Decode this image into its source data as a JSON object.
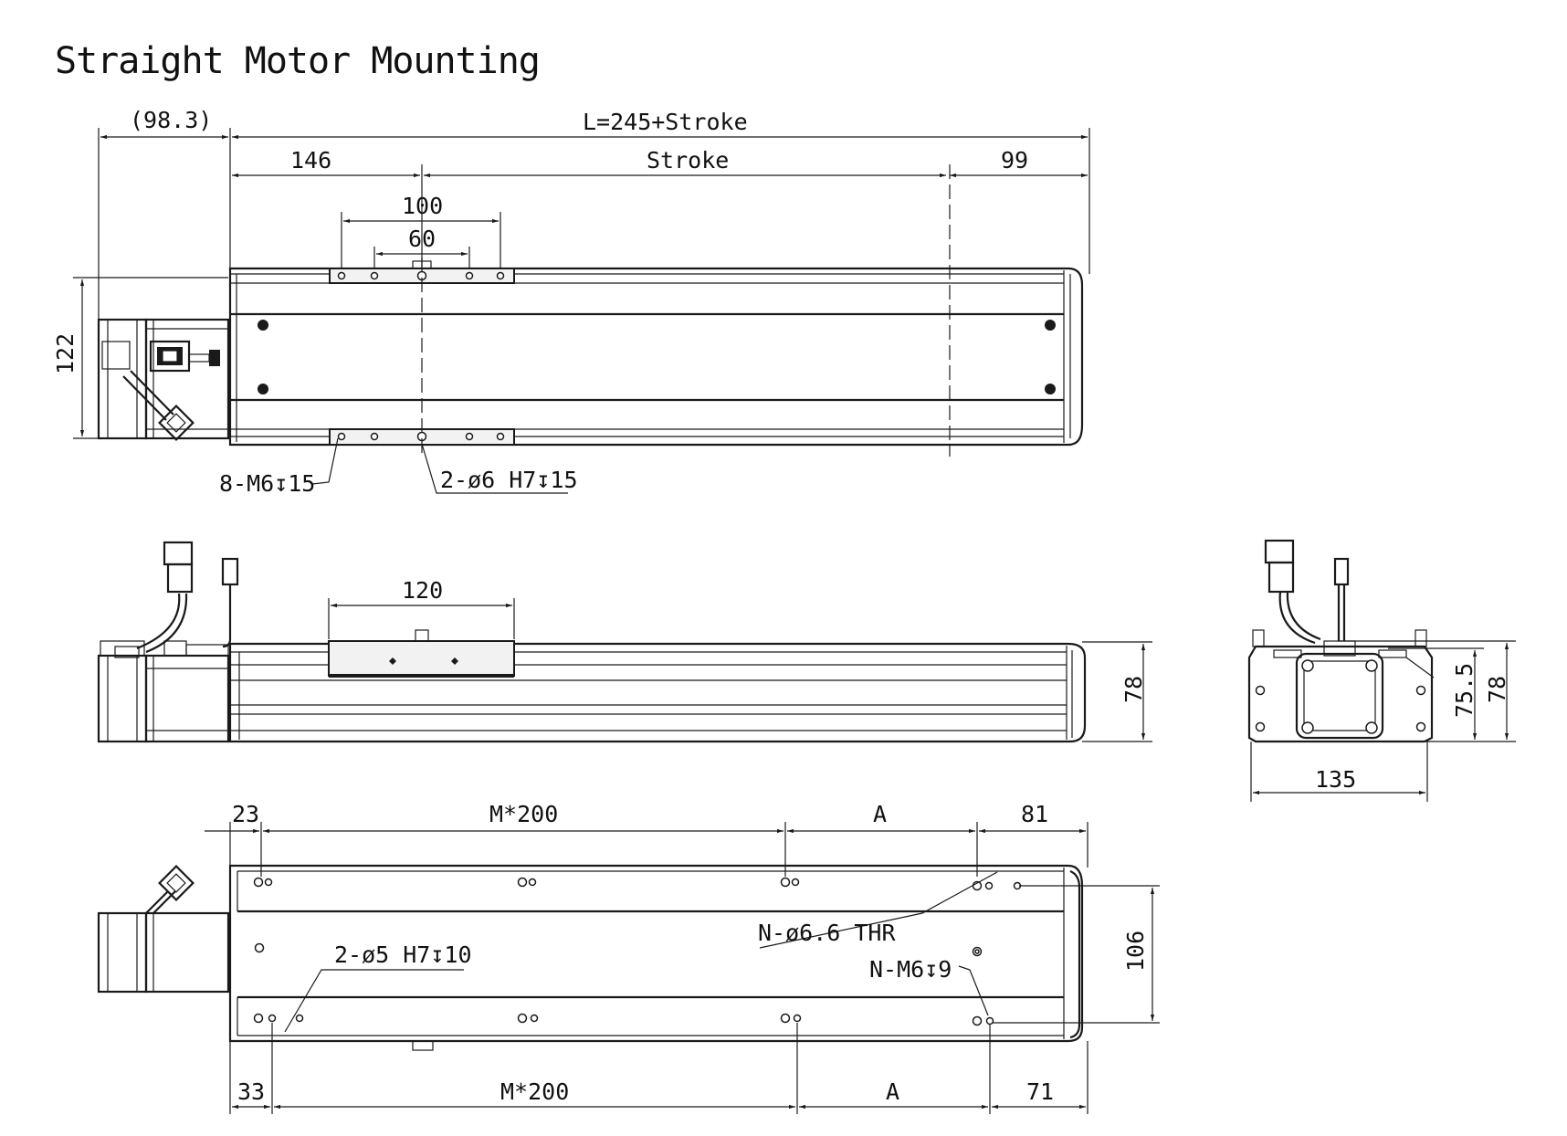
{
  "title": "Straight Motor Mounting",
  "top_view": {
    "motor_length": "(98.3)",
    "total_length": "L=245+Stroke",
    "left_offset": "146",
    "stroke": "Stroke",
    "right_offset": "99",
    "hole_pitch_outer": "100",
    "hole_pitch_inner": "60",
    "height": "122",
    "thread_callout": "8-M6↧15",
    "pin_callout": "2-ø6 H7↧15"
  },
  "side_view": {
    "carriage_length": "120",
    "height": "78"
  },
  "end_view": {
    "height_inner": "75.5",
    "height_outer": "78",
    "width": "135"
  },
  "bottom_view": {
    "top_left": "23",
    "top_pitch": "M*200",
    "top_a": "A",
    "top_right": "81",
    "through_hole": "N-ø6.6 THR",
    "pin_hole": "2-ø5 H7↧10",
    "thread_hole": "N-M6↧9",
    "width": "106",
    "bottom_left": "33",
    "bottom_pitch": "M*200",
    "bottom_a": "A",
    "bottom_right": "71"
  }
}
